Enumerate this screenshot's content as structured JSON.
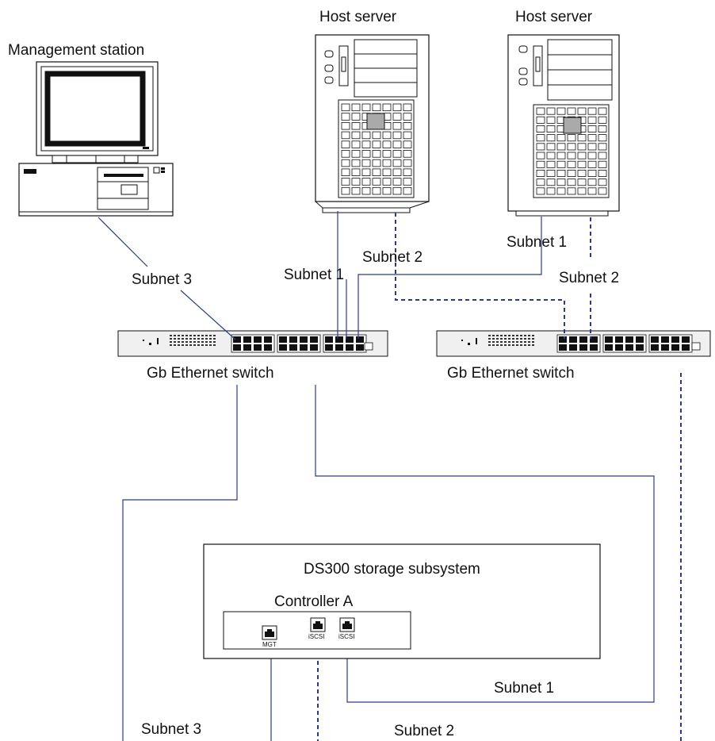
{
  "labels": {
    "management_station": "Management station",
    "host_server_left": "Host server",
    "host_server_right": "Host server",
    "subnet3_top": "Subnet 3",
    "subnet1_center": "Subnet 1",
    "subnet2_center": "Subnet 2",
    "subnet1_right": "Subnet 1",
    "subnet2_right": "Subnet 2",
    "switch_left": "Gb Ethernet switch",
    "switch_right": "Gb Ethernet switch",
    "ds300": "DS300 storage subsystem",
    "controller_a": "Controller A",
    "port_mgt": "MGT",
    "port_iscsi_1": "iSCSI",
    "port_iscsi_2": "iSCSI",
    "subnet1_bottom": "Subnet 1",
    "subnet3_bottom": "Subnet 3",
    "subnet2_bottom": "Subnet 2"
  },
  "colors": {
    "line": "#2b3990",
    "outline": "#111111"
  },
  "icons": [
    "computer-icon",
    "server-icon",
    "switch-icon",
    "ethernet-port-icon"
  ]
}
